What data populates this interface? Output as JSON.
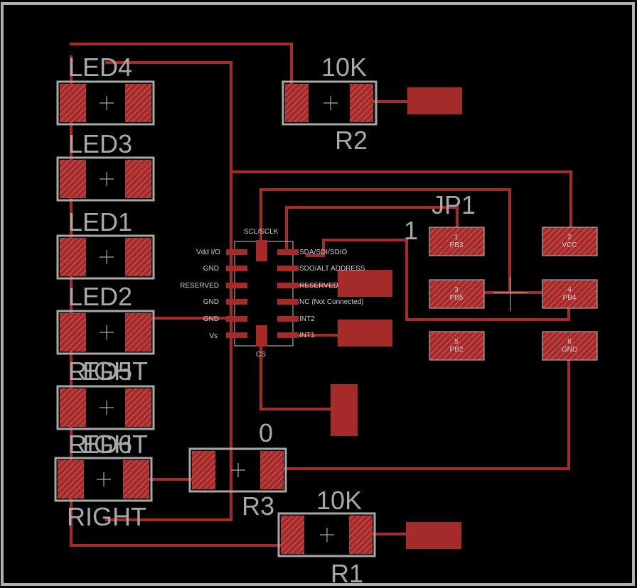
{
  "board": {
    "parts": [
      {
        "id": "led4",
        "name": "LED4"
      },
      {
        "id": "led3",
        "name": "LED3"
      },
      {
        "id": "led1",
        "name": "LED1"
      },
      {
        "id": "led2",
        "name": "LED2"
      },
      {
        "id": "led5",
        "name": "LED5"
      },
      {
        "id": "led6",
        "name": "LED6"
      },
      {
        "id": "r1",
        "name": "R1",
        "value": "10K"
      },
      {
        "id": "r2",
        "name": "R2",
        "value": "10K"
      },
      {
        "id": "r3",
        "name": "R3",
        "value": "0"
      },
      {
        "id": "jp1",
        "name": "JP1",
        "pin1": "1"
      }
    ],
    "overlap_labels": [
      "RIGHT",
      "RIGHT",
      "RIGHT"
    ],
    "chip": {
      "top": "SCL/SCLK",
      "bottom": "CS",
      "left": [
        "Vdd I/O",
        "GND",
        "RESERVED",
        "GND",
        "GND",
        "Vs"
      ],
      "right": [
        "SDA/SDI/SDIO",
        "SDO/ALT ADDRESS",
        "RESERVED",
        "NC (Not Connected)",
        "INT2",
        "INT1"
      ]
    },
    "header_pads": [
      {
        "num": "1",
        "label": "PB3"
      },
      {
        "num": "2",
        "label": "VCC"
      },
      {
        "num": "3",
        "label": "PB5"
      },
      {
        "num": "4",
        "label": "PB4"
      },
      {
        "num": "5",
        "label": "PB2"
      },
      {
        "num": "6",
        "label": "GND"
      }
    ],
    "colors": {
      "background": "#000000",
      "copper": "#a52a2a",
      "silkscreen": "#a8a8a8"
    }
  }
}
